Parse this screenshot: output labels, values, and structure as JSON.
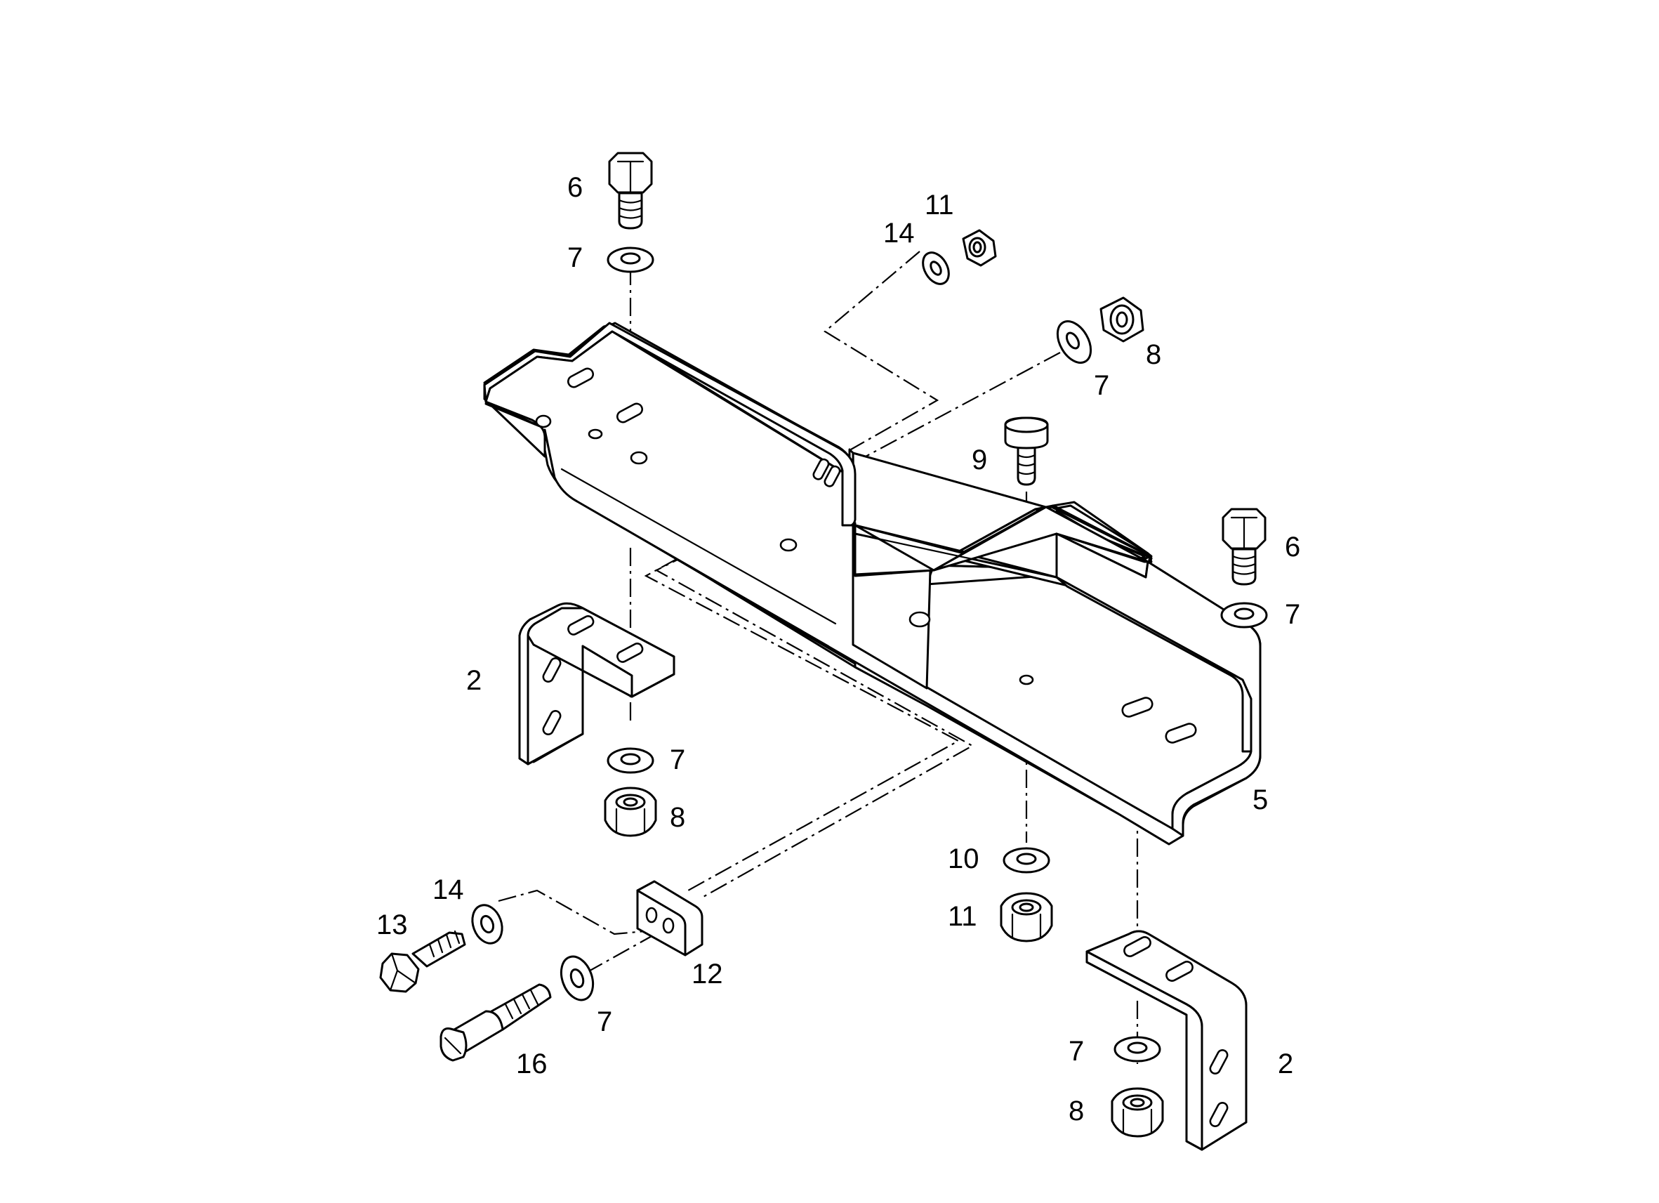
{
  "callouts": {
    "c6a": "6",
    "c7a": "7",
    "c14a": "14",
    "c11a": "11",
    "c8a": "8",
    "c7b": "7",
    "c9": "9",
    "c6b": "6",
    "c7c": "7",
    "c2a": "2",
    "c7d": "7",
    "c8b": "8",
    "c5": "5",
    "c10": "10",
    "c11b": "11",
    "c14b": "14",
    "c13": "13",
    "c12": "12",
    "c7e": "7",
    "c16": "16",
    "c7f": "7",
    "c2b": "2",
    "c8c": "8"
  },
  "colors": {
    "line": "#000000",
    "background": "#ffffff"
  },
  "icons": {
    "bolt": "hex-bolt-icon",
    "washer": "washer-icon",
    "nut": "hex-nut-icon",
    "bracket": "angle-bracket-icon",
    "rail": "mounting-rail-icon",
    "block": "clamp-block-icon",
    "pin": "threaded-pin-icon"
  }
}
